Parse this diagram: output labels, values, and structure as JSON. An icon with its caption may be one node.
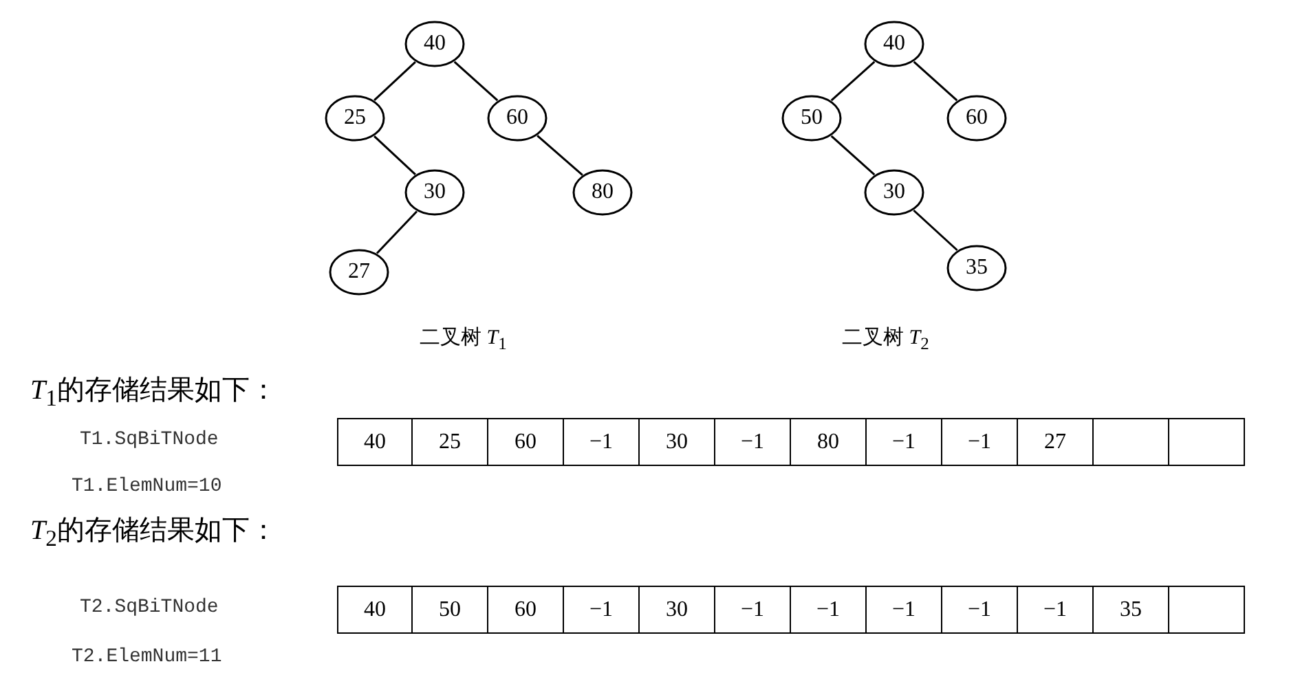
{
  "diagram": {
    "nodes": [
      {
        "text": [
          "40"
        ]
      },
      {
        "text": [
          "25"
        ]
      },
      {
        "text": [
          "60"
        ]
      },
      {
        "text": [
          "30"
        ]
      },
      {
        "text": [
          "80"
        ]
      },
      {
        "text": [
          "27"
        ]
      },
      {
        "text": [
          "40"
        ]
      },
      {
        "text": [
          "50"
        ]
      },
      {
        "text": [
          "60"
        ]
      },
      {
        "text": [
          "30"
        ]
      },
      {
        "text": [
          "35"
        ]
      }
    ],
    "edges": [
      {
        "from": 0,
        "to": 1,
        "arrow": "none"
      },
      {
        "from": 0,
        "to": 2,
        "arrow": "none"
      },
      {
        "from": 1,
        "to": 3,
        "arrow": "none"
      },
      {
        "from": 2,
        "to": 4,
        "arrow": "none"
      },
      {
        "from": 3,
        "to": 5,
        "arrow": "none"
      },
      {
        "from": 6,
        "to": 7,
        "arrow": "none"
      },
      {
        "from": 6,
        "to": 8,
        "arrow": "none"
      },
      {
        "from": 7,
        "to": 9,
        "arrow": "none"
      },
      {
        "from": 9,
        "to": 10,
        "arrow": "none"
      }
    ],
    "labels": [
      "二叉树 *T*$_{1}$",
      "二叉树 *T*$_{2}$",
      "*T*$_{1}$的存储结果如下：",
      "T1.SqBiTNode",
      "40",
      "25",
      "60",
      "−1",
      "30",
      "−1",
      "80",
      "−1",
      "−1",
      "27",
      "T1.ElemNum=10",
      "*T*$_{2}$的存储结果如下：",
      "T2.SqBiTNode",
      "40",
      "50",
      "60",
      "−1",
      "30",
      "−1",
      "−1",
      "−1",
      "−1",
      "−1",
      "35",
      "T2.ElemNum=11"
    ]
  }
}
